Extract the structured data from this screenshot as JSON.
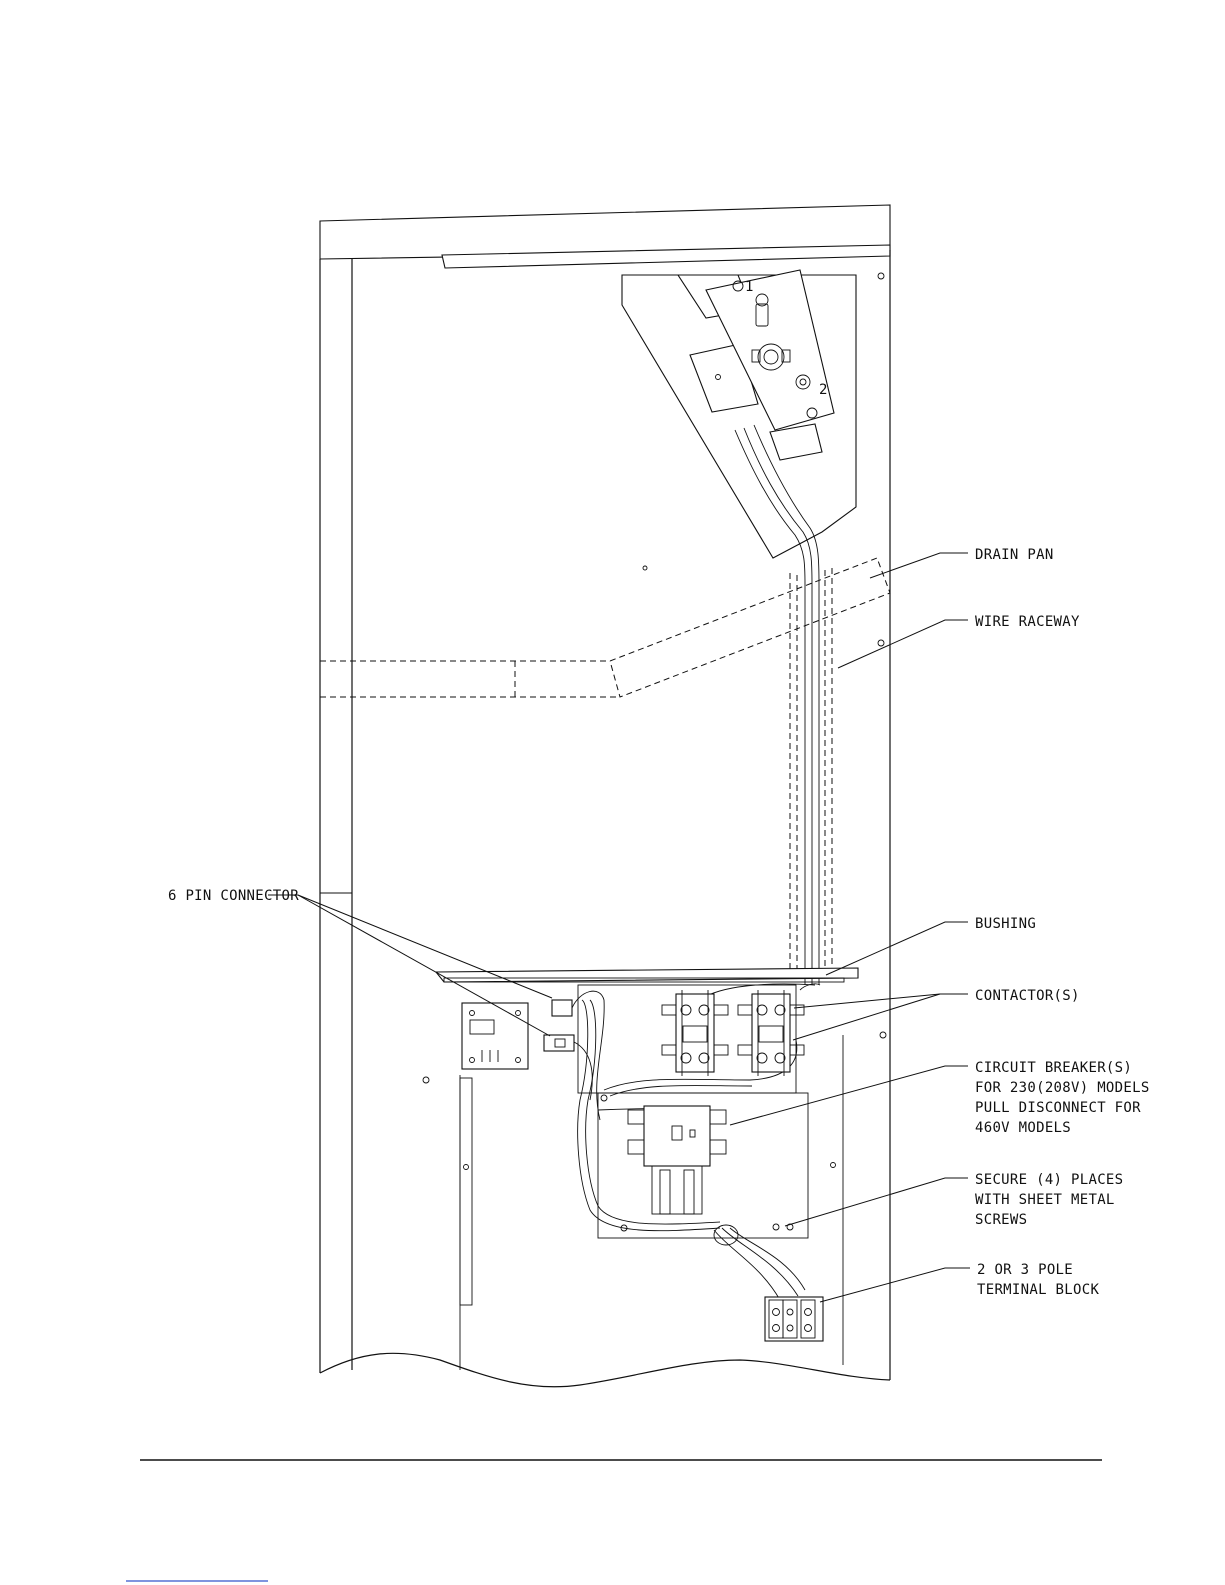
{
  "callouts": {
    "six_pin": "6 PIN CONNECTOR",
    "drain_pan": "DRAIN PAN",
    "wire_raceway": "WIRE RACEWAY",
    "bushing": "BUSHING",
    "contactors": "CONTACTOR(S)",
    "breaker_1": "CIRCUIT BREAKER(S)",
    "breaker_2": "FOR 230(208V) MODELS",
    "breaker_3": "PULL DISCONNECT FOR",
    "breaker_4": "460V MODELS",
    "secure_1": "SECURE (4) PLACES",
    "secure_2": "WITH SHEET METAL",
    "secure_3": "SCREWS",
    "terminal_1": "2 OR 3 POLE",
    "terminal_2": "TERMINAL BLOCK"
  },
  "markers": {
    "limit_1": "1",
    "limit_2": "2"
  }
}
